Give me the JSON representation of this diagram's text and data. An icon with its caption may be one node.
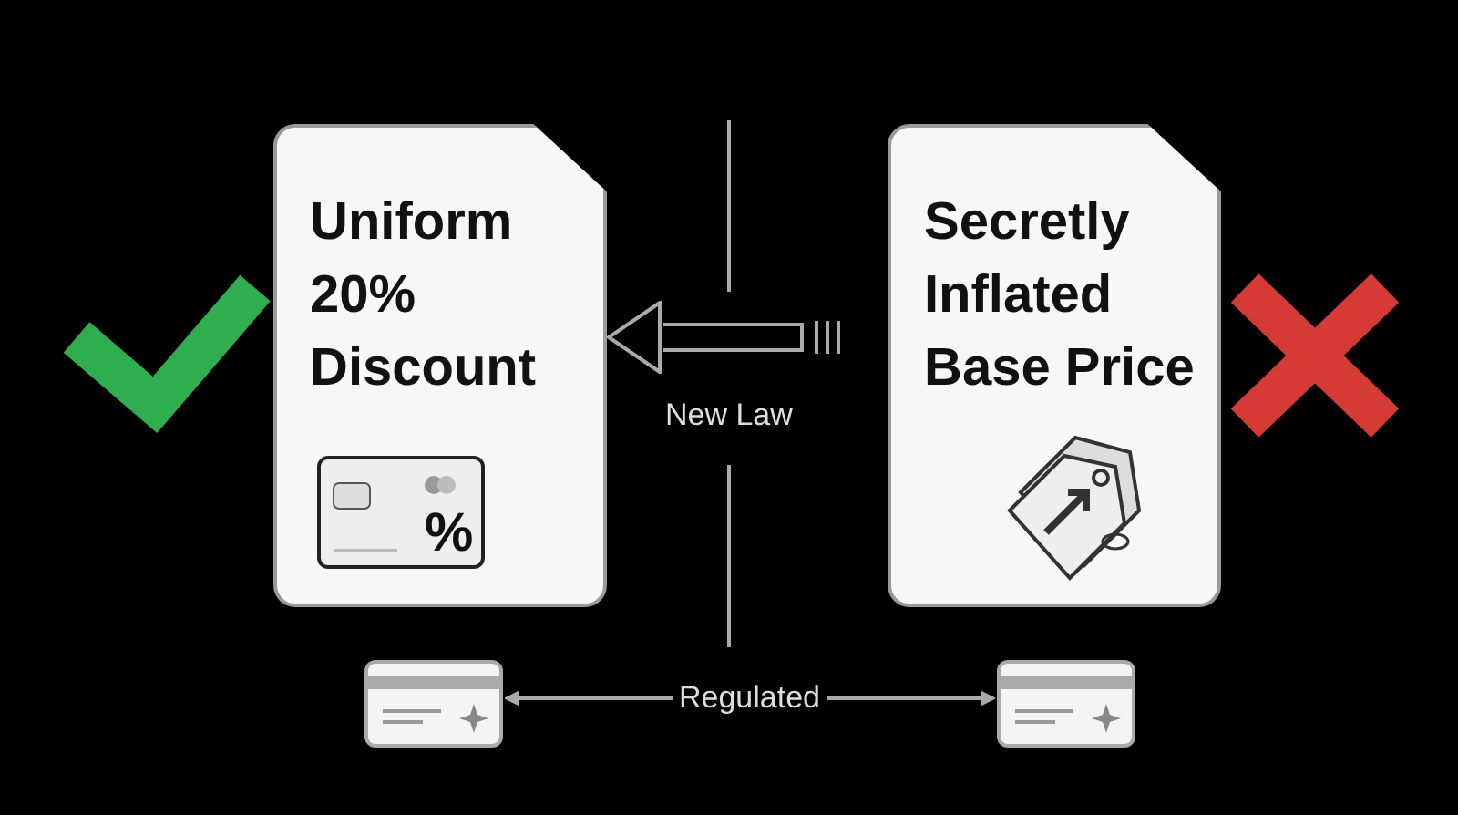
{
  "diagram": {
    "nodes": [
      {
        "text": [
          "Uniform 20% Discount"
        ]
      },
      {
        "text": [
          "Secretly Inflated Base Price"
        ]
      },
      {
        "text": [],
        "shape": "box"
      },
      {
        "text": [],
        "shape": "box"
      }
    ],
    "edges": [
      {
        "from": null,
        "to": 0,
        "arrow": "to",
        "label": "New Law",
        "style": "thick"
      },
      {
        "from": 2,
        "to": 3,
        "arrow": "both",
        "label": "Regulated",
        "color": "#aaaaaa"
      }
    ],
    "labels": [
      "%"
    ]
  }
}
